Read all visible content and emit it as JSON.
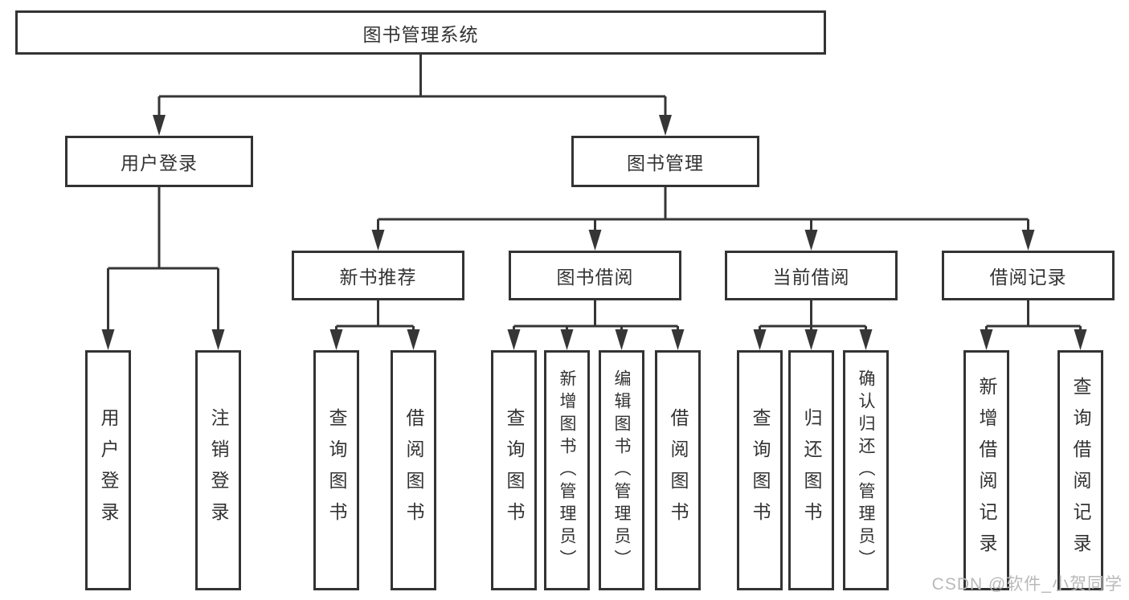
{
  "diagram": {
    "title": "图书管理系统",
    "branches": [
      {
        "label": "用户登录",
        "children": [
          "用户登录",
          "注销登录"
        ]
      },
      {
        "label": "图书管理",
        "sections": [
          {
            "label": "新书推荐",
            "children": [
              "查询图书",
              "借阅图书"
            ]
          },
          {
            "label": "图书借阅",
            "children": [
              "查询图书",
              "新增图书（管理员）",
              "编辑图书（管理员）",
              "借阅图书"
            ]
          },
          {
            "label": "当前借阅",
            "children": [
              "查询图书",
              "归还图书",
              "确认归还（管理员）"
            ]
          },
          {
            "label": "借阅记录",
            "children": [
              "新增借阅记录",
              "查询借阅记录"
            ]
          }
        ]
      }
    ]
  },
  "watermark": {
    "text": "CSDN @软件_小贺同学"
  },
  "colors": {
    "line": "#363636",
    "box_border": "#333333",
    "text": "#333333",
    "watermark": "#b9b9b9",
    "background": "#ffffff"
  }
}
